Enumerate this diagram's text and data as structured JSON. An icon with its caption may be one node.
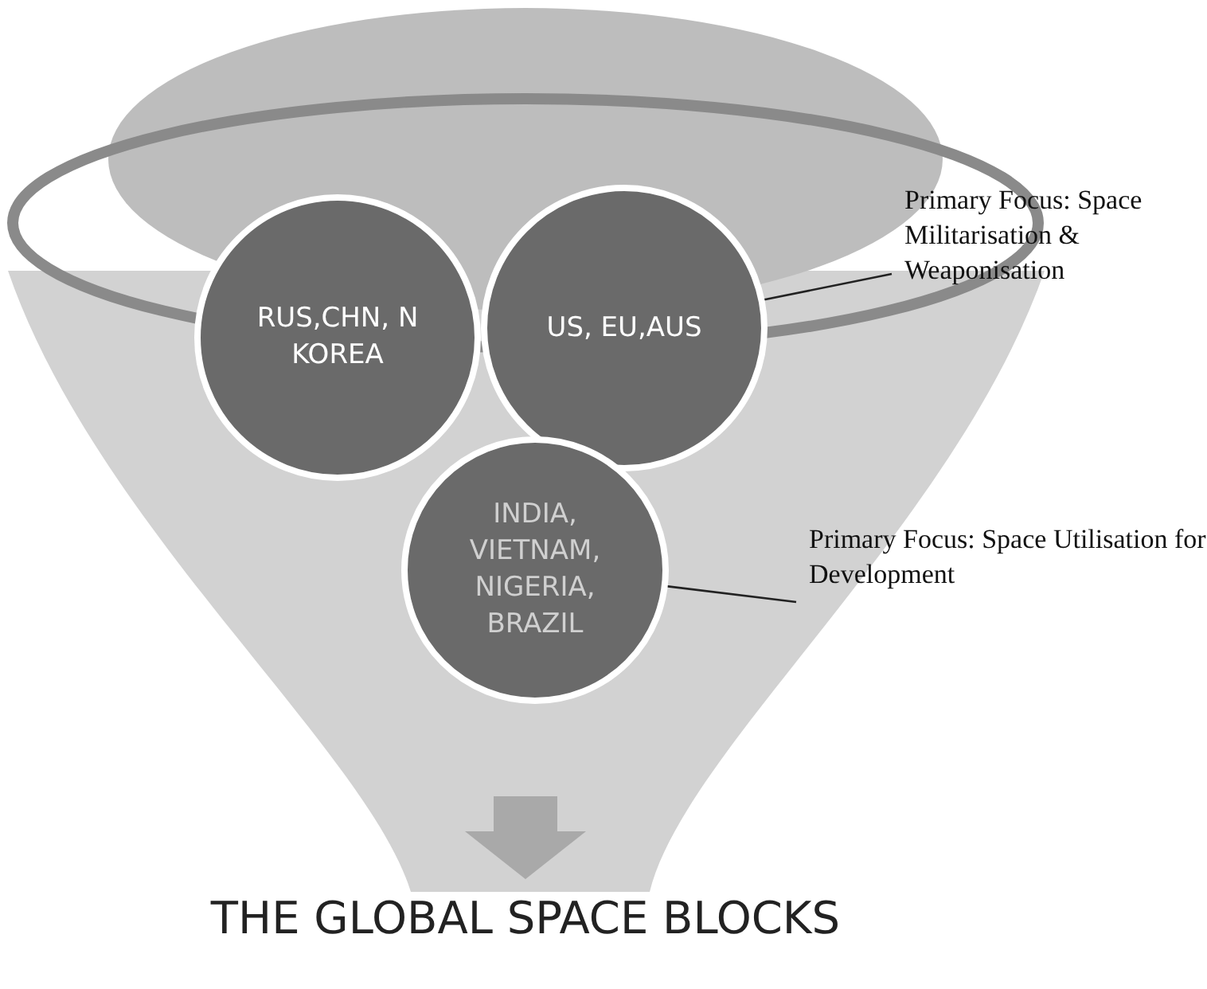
{
  "diagram": {
    "caption": "THE GLOBAL SPACE BLOCKS",
    "nodes": [
      {
        "text": [
          "RUS,CHN, N KOREA"
        ]
      },
      {
        "text": [
          "US, EU,AUS"
        ]
      },
      {
        "text": [
          "INDIA, VIETNAM, NIGERIA, BRAZIL"
        ]
      },
      {
        "text": [
          "Primary Focus: Space Militarisation & Weaponisation"
        ]
      },
      {
        "text": [
          "Primary Focus: Space Utilisation for Development"
        ]
      }
    ],
    "edges": [
      {
        "from": 3,
        "to": 1,
        "arrow": "none"
      },
      {
        "from": 4,
        "to": 2,
        "arrow": "none"
      }
    ]
  }
}
